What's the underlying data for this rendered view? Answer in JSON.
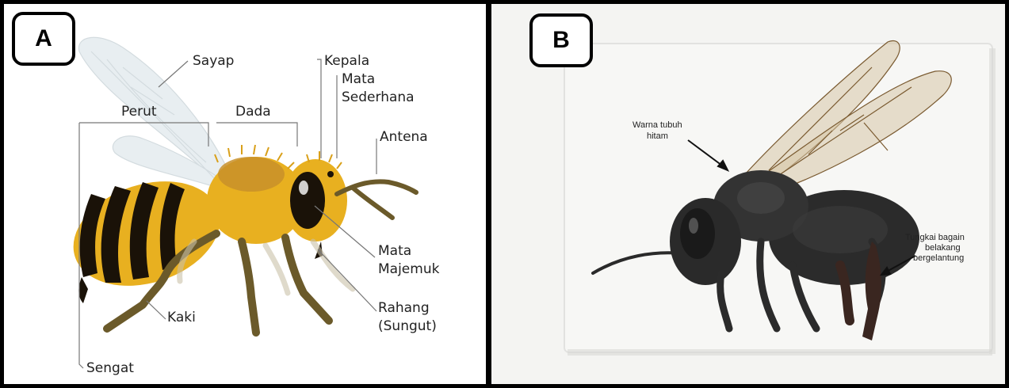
{
  "panel_a": {
    "label": "A",
    "parts": {
      "sayap": "Sayap",
      "perut": "Perut",
      "dada": "Dada",
      "kepala": "Kepala",
      "mata_sederhana_1": "Mata",
      "mata_sederhana_2": "Sederhana",
      "antena": "Antena",
      "mata_majemuk_1": "Mata",
      "mata_majemuk_2": "Majemuk",
      "rahang_1": "Rahang",
      "rahang_2": "(Sungut)",
      "kaki": "Kaki",
      "sengat": "Sengat"
    }
  },
  "panel_b": {
    "label": "B",
    "annotations": {
      "warna_1": "Warna tubuh",
      "warna_2": "hitam",
      "tungkai_1": "Tungkai bagain",
      "tungkai_2": "belakang",
      "tungkai_3": "bergelantung"
    }
  },
  "colors": {
    "bee_yellow": "#e8b020",
    "bee_black": "#1a1208",
    "leg_brown": "#6b5a2a",
    "wing": "#e4ecef",
    "photo_bg": "#f4f4f2",
    "photo_bee": "#2a2a2a"
  }
}
